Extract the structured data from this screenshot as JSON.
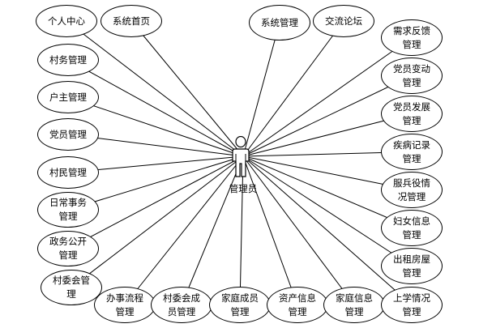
{
  "actor": {
    "label": "管理员"
  },
  "use_cases": [
    {
      "id": "uc-personal-center",
      "label": "个人中心"
    },
    {
      "id": "uc-system-home",
      "label": "系统首页"
    },
    {
      "id": "uc-village-affairs",
      "label": "村务管理"
    },
    {
      "id": "uc-household-head",
      "label": "户主管理"
    },
    {
      "id": "uc-party-member",
      "label": "党员管理"
    },
    {
      "id": "uc-villager",
      "label": "村民管理"
    },
    {
      "id": "uc-daily-affairs",
      "label": "日常事务\n管理"
    },
    {
      "id": "uc-government-disclosure",
      "label": "政务公开\n管理"
    },
    {
      "id": "uc-village-committee",
      "label": "村委会管\n理"
    },
    {
      "id": "uc-workflow",
      "label": "办事流程\n管理"
    },
    {
      "id": "uc-committee-members",
      "label": "村委会成\n员管理"
    },
    {
      "id": "uc-family-members",
      "label": "家庭成员\n管理"
    },
    {
      "id": "uc-asset-info",
      "label": "资产信息\n管理"
    },
    {
      "id": "uc-family-info",
      "label": "家庭信息\n管理"
    },
    {
      "id": "uc-school-status",
      "label": "上学情况\n管理"
    },
    {
      "id": "uc-system-management",
      "label": "系统管理"
    },
    {
      "id": "uc-forum",
      "label": "交流论坛"
    },
    {
      "id": "uc-feedback",
      "label": "需求反馈\n管理"
    },
    {
      "id": "uc-member-change",
      "label": "党员变动\n管理"
    },
    {
      "id": "uc-member-development",
      "label": "党员发展\n管理"
    },
    {
      "id": "uc-disease-records",
      "label": "疾病记录\n管理"
    },
    {
      "id": "uc-military-service",
      "label": "服兵役情\n况管理"
    },
    {
      "id": "uc-women-info",
      "label": "妇女信息\n管理"
    },
    {
      "id": "uc-rental-housing",
      "label": "出租房屋\n管理"
    }
  ]
}
